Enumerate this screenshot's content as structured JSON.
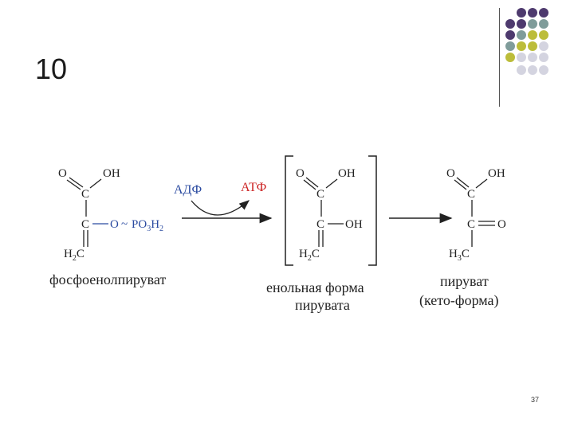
{
  "slide": {
    "number": "10",
    "page": "37"
  },
  "scheme": {
    "reactant": {
      "o_label": "O",
      "oh_label": "OH",
      "c_label": "C",
      "o_ester": "O",
      "tilde": "~",
      "group": "PO",
      "group_sub": "3",
      "group_h": "H",
      "group_sub2": "2",
      "h_label": "H",
      "h_sub": "2",
      "caption": "фосфоенолпируват"
    },
    "cofactors": {
      "in": "АДФ",
      "out": "АТФ"
    },
    "enol": {
      "o_label": "O",
      "oh_label": "OH",
      "c_label": "C",
      "oh2_label": "OH",
      "h_label": "H",
      "h_sub": "2",
      "caption_line1": "енольная форма",
      "caption_line2": "пирувата"
    },
    "keto": {
      "o_label": "O",
      "oh_label": "OH",
      "c_label": "C",
      "o2_label": "O",
      "h_label": "H",
      "h_sub": "3",
      "caption_line1": "пируват",
      "caption_line2": "(кето-форма)"
    }
  },
  "colors": {
    "purple": "#4e3a6e",
    "teal": "#7f9c9a",
    "olive": "#bcbd3a",
    "lavender": "#d4d4e0",
    "blue": "#2a4aa0",
    "red": "#cc2222",
    "ink": "#222222"
  },
  "decor": {
    "dot_rows": [
      [
        "purple",
        "purple",
        "purple"
      ],
      [
        "purple",
        "purple",
        "teal",
        "teal"
      ],
      [
        "purple",
        "teal",
        "olive",
        "olive"
      ],
      [
        "teal",
        "olive",
        "olive",
        "lavender"
      ],
      [
        "olive",
        "lavender",
        "lavender",
        "lavender"
      ],
      [
        "lavender",
        "lavender",
        "lavender"
      ]
    ]
  }
}
